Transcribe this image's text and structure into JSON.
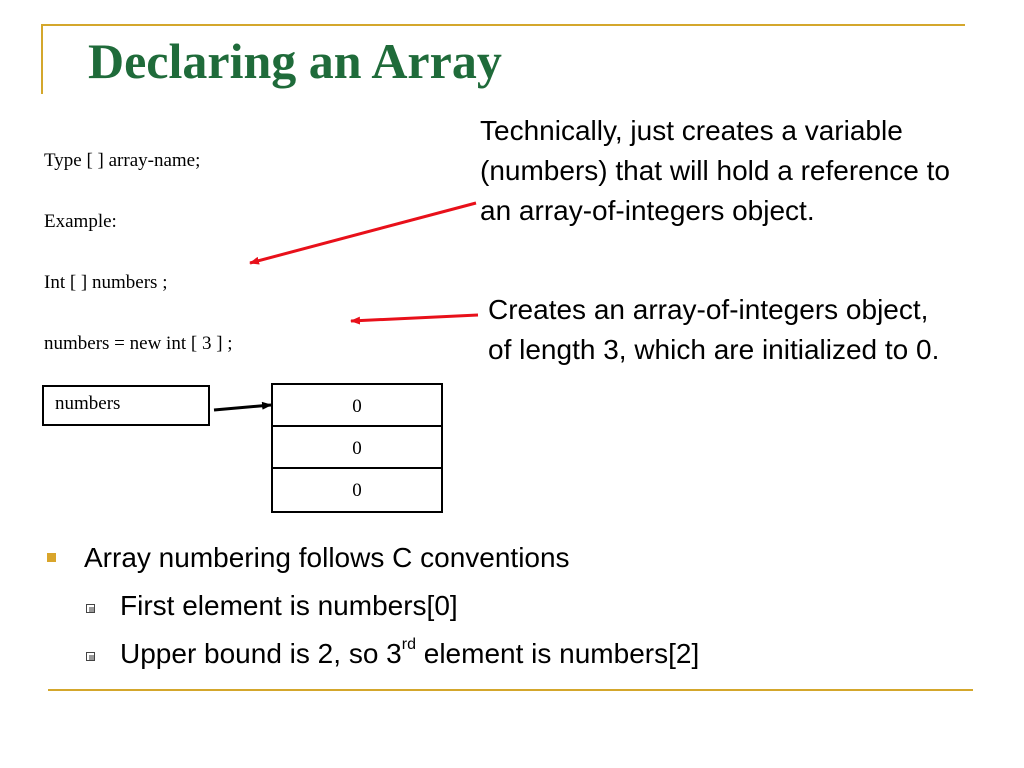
{
  "title": "Declaring an Array",
  "code": {
    "line1": "Type [ ]  array-name;",
    "line2": "Example:",
    "line3": "Int [ ] numbers ;",
    "line4": "numbers = new int [ 3 ] ;"
  },
  "notes": {
    "reference_note": "Technically, just creates a variable (numbers) that will hold a reference to an array-of-integers object.",
    "object_note": "Creates an array-of-integers object, of length 3, which are initialized to 0."
  },
  "diagram": {
    "variable_label": "numbers",
    "cells": [
      "0",
      "0",
      "0"
    ]
  },
  "bullets": {
    "main": "Array numbering follows C conventions",
    "sub1": "First element is numbers[0]",
    "sub2_pre": "Upper bound is 2, so 3",
    "sub2_sup": "rd",
    "sub2_post": " element is numbers[2]"
  },
  "colors": {
    "title": "#1f6b3a",
    "frame": "#d4a72c",
    "arrow_red": "#e8101a"
  }
}
